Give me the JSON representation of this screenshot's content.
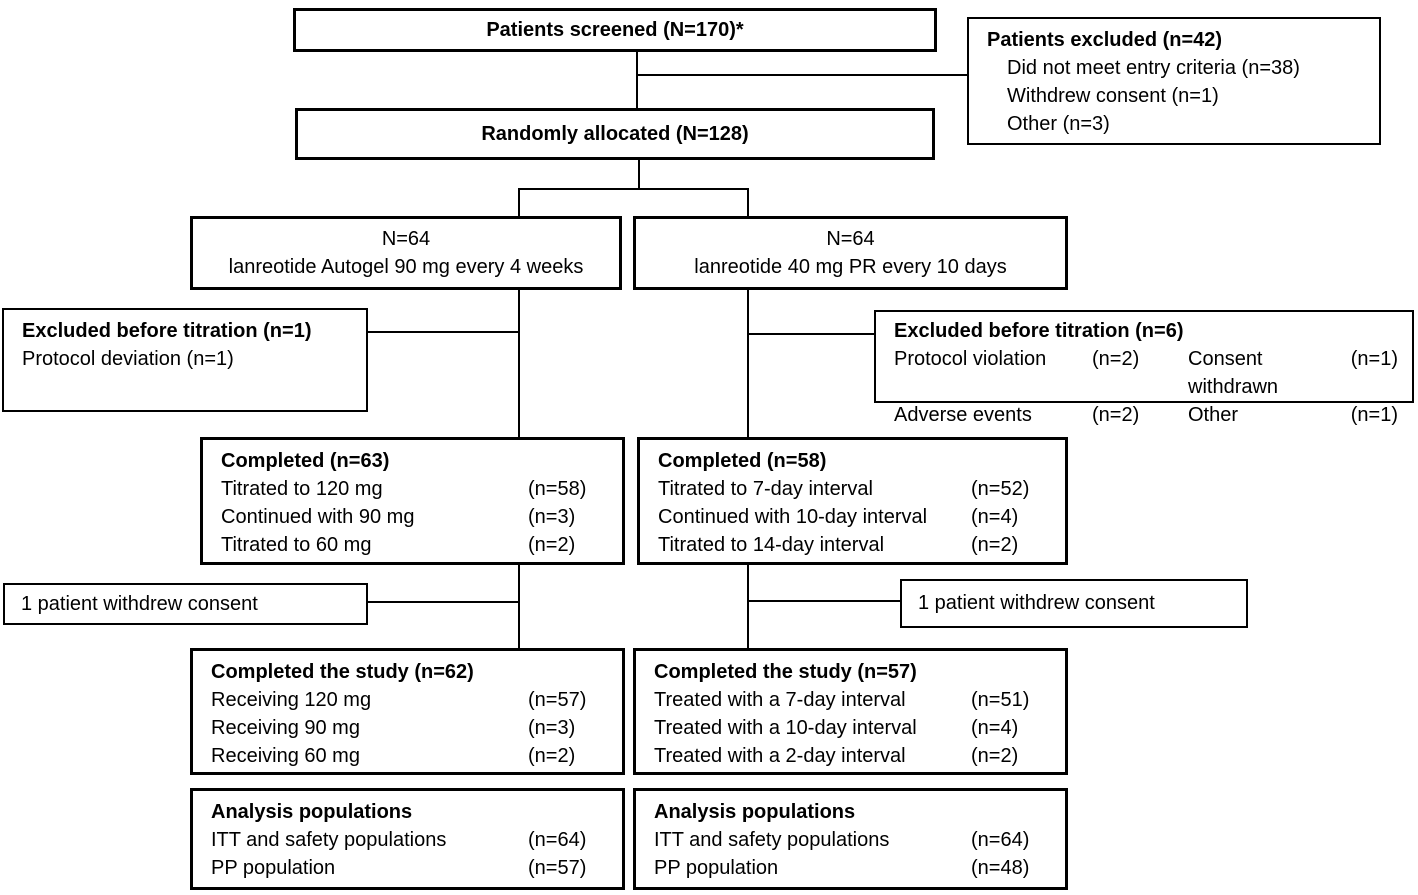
{
  "colors": {
    "ink": "#000000",
    "background": "#ffffff"
  },
  "flow": {
    "screened": {
      "label": "Patients screened (N=170)*"
    },
    "excluded_top": {
      "title": "Patients excluded (n=42)",
      "items": [
        "Did not meet entry criteria (n=38)",
        "Withdrew consent (n=1)",
        "Other (n=3)"
      ]
    },
    "allocated": {
      "label": "Randomly allocated (N=128)"
    },
    "arm_left": {
      "n": "N=64",
      "label": "lanreotide Autogel 90 mg every 4 weeks"
    },
    "arm_right": {
      "n": "N=64",
      "label": "lanreotide 40 mg PR every 10 days"
    },
    "excluded_titration_left": {
      "title": "Excluded before titration (n=1)",
      "item": "Protocol deviation (n=1)"
    },
    "excluded_titration_right": {
      "title": "Excluded before titration (n=6)",
      "rows": [
        {
          "label1": "Protocol violation",
          "count1": "(n=2)",
          "label2": "Consent withdrawn",
          "count2": "(n=1)"
        },
        {
          "label1": "Adverse events",
          "count1": "(n=2)",
          "label2": "Other",
          "count2": "(n=1)"
        }
      ]
    },
    "completed_left": {
      "title": "Completed (n=63)",
      "rows": [
        {
          "label": "Titrated to 120 mg",
          "count": "(n=58)"
        },
        {
          "label": "Continued with 90 mg",
          "count": "(n=3)"
        },
        {
          "label": "Titrated to 60 mg",
          "count": "(n=2)"
        }
      ]
    },
    "completed_right": {
      "title": "Completed (n=58)",
      "rows": [
        {
          "label": "Titrated to 7-day interval",
          "count": "(n=52)"
        },
        {
          "label": "Continued with 10-day interval",
          "count": "(n=4)"
        },
        {
          "label": "Titrated to 14-day interval",
          "count": "(n=2)"
        }
      ]
    },
    "withdrew_left": {
      "label": "1 patient withdrew consent"
    },
    "withdrew_right": {
      "label": "1 patient withdrew consent"
    },
    "study_left": {
      "title": "Completed the study (n=62)",
      "rows": [
        {
          "label": "Receiving 120 mg",
          "count": "(n=57)"
        },
        {
          "label": "Receiving 90 mg",
          "count": "(n=3)"
        },
        {
          "label": "Receiving 60 mg",
          "count": "(n=2)"
        }
      ]
    },
    "study_right": {
      "title": "Completed the study (n=57)",
      "rows": [
        {
          "label": "Treated with a 7-day interval",
          "count": "(n=51)"
        },
        {
          "label": "Treated with a 10-day interval",
          "count": "(n=4)"
        },
        {
          "label": "Treated with a 2-day interval",
          "count": "(n=2)"
        }
      ]
    },
    "analysis_left": {
      "title": "Analysis populations",
      "rows": [
        {
          "label": "ITT and safety populations",
          "count": "(n=64)"
        },
        {
          "label": "PP population",
          "count": "(n=57)"
        }
      ]
    },
    "analysis_right": {
      "title": "Analysis populations",
      "rows": [
        {
          "label": "ITT and safety populations",
          "count": "(n=64)"
        },
        {
          "label": "PP population",
          "count": "(n=48)"
        }
      ]
    }
  }
}
